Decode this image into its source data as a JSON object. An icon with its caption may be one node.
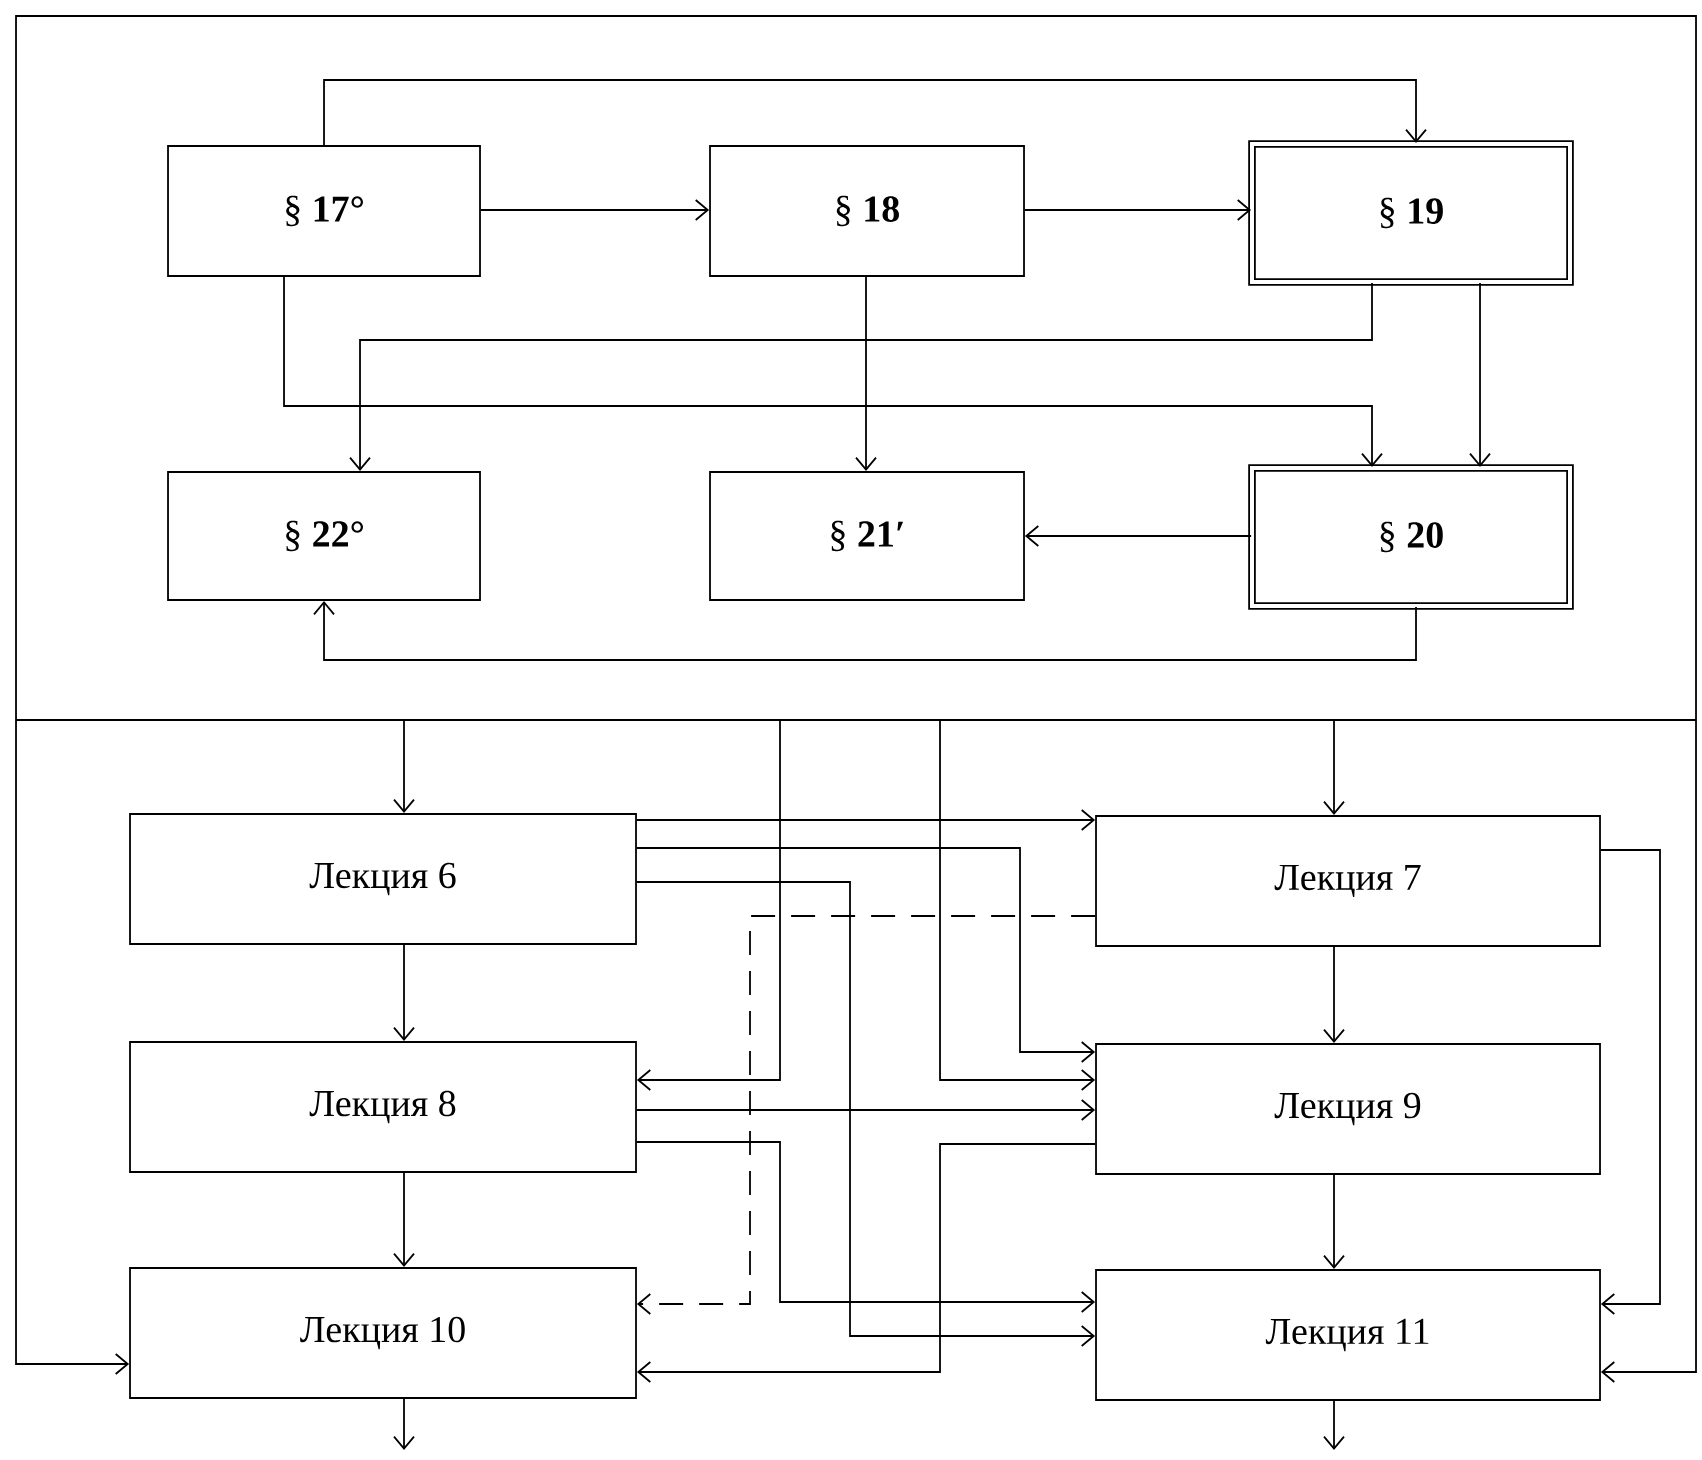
{
  "diagram": {
    "nodes": [
      {
        "text": [],
        "shape": "box"
      },
      {
        "text": [
          "§ **17°**"
        ],
        "in": 0
      },
      {
        "text": [
          "§ **18**"
        ],
        "in": 0
      },
      {
        "text": [
          "§ **19**"
        ],
        "in": 0
      },
      {
        "text": [
          "§ **22°**"
        ],
        "in": 0
      },
      {
        "text": [
          "§ **21′**"
        ],
        "in": 0
      },
      {
        "text": [
          "§ **20**"
        ],
        "in": 0
      },
      {
        "text": [
          "Лекция 6"
        ]
      },
      {
        "text": [
          "Лекция 7"
        ]
      },
      {
        "text": [
          "Лекция 8"
        ]
      },
      {
        "text": [
          "Лекция 9"
        ]
      },
      {
        "text": [
          "Лекция 10"
        ]
      },
      {
        "text": [
          "Лекция 11"
        ]
      }
    ],
    "edges": [
      {
        "from": 1,
        "to": 2,
        "arrow": "to"
      },
      {
        "from": 2,
        "to": 3,
        "arrow": "to"
      },
      {
        "from": 1,
        "to": 3,
        "arrow": "to"
      },
      {
        "from": 1,
        "to": 6,
        "arrow": "to"
      },
      {
        "from": 3,
        "to": 4,
        "arrow": "to"
      },
      {
        "from": 3,
        "to": 6,
        "arrow": "to"
      },
      {
        "from": 2,
        "to": 5,
        "arrow": "to"
      },
      {
        "from": 6,
        "to": 5,
        "arrow": "to"
      },
      {
        "from": 6,
        "to": 4,
        "arrow": "to"
      },
      {
        "from": 0,
        "to": 7,
        "arrow": "to"
      },
      {
        "from": 0,
        "to": 8,
        "arrow": "to"
      },
      {
        "from": 0,
        "to": 9,
        "arrow": "to"
      },
      {
        "from": 0,
        "to": 10,
        "arrow": "to"
      },
      {
        "from": 0,
        "to": 11,
        "arrow": "to"
      },
      {
        "from": 0,
        "to": 12,
        "arrow": "to"
      },
      {
        "from": 7,
        "to": 8,
        "arrow": "to"
      },
      {
        "from": 7,
        "to": 10,
        "arrow": "to"
      },
      {
        "from": 7,
        "to": 12,
        "arrow": "to"
      },
      {
        "from": 8,
        "to": 11,
        "arrow": "to",
        "style": "dashed"
      },
      {
        "from": 8,
        "to": 12,
        "arrow": "to"
      },
      {
        "from": 7,
        "to": 9,
        "arrow": "to"
      },
      {
        "from": 8,
        "to": 10,
        "arrow": "to"
      },
      {
        "from": 9,
        "to": 10,
        "arrow": "to"
      },
      {
        "from": 9,
        "to": 12,
        "arrow": "to"
      },
      {
        "from": 9,
        "to": 11,
        "arrow": "to"
      },
      {
        "from": 10,
        "to": 11,
        "arrow": "to"
      },
      {
        "from": 10,
        "to": 12,
        "arrow": "to"
      },
      {
        "from": 11,
        "to": null,
        "arrow": "to"
      },
      {
        "from": 12,
        "to": null,
        "arrow": "to"
      }
    ]
  }
}
